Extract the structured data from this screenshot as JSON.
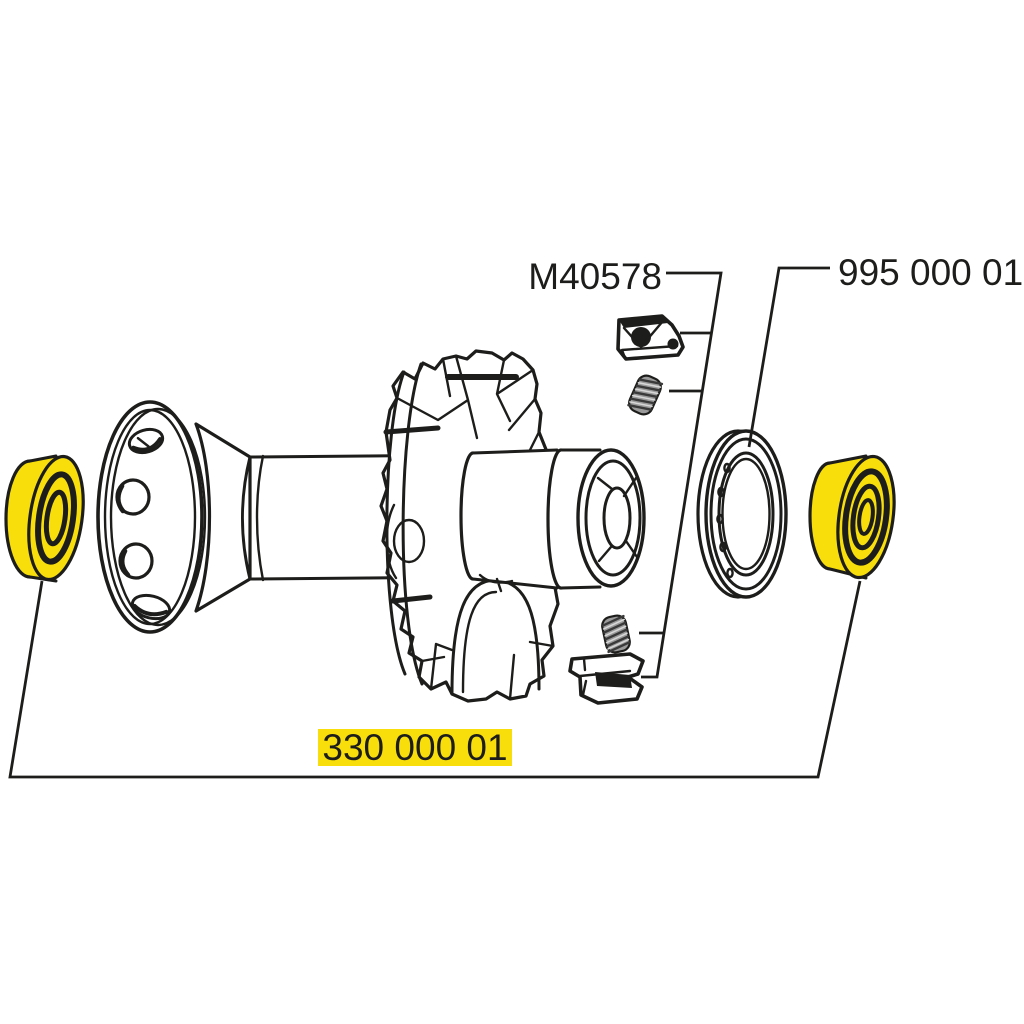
{
  "diagram": {
    "type": "exploded-parts-diagram",
    "subject": "bicycle hub assembly",
    "labels": {
      "pawl_kit": "M40578",
      "axle_seal": "995 000 01",
      "bearing_kit": "330 000 01"
    },
    "colors": {
      "highlight": "#F8DF0C",
      "line": "#1D1D1B",
      "background": "#FFFFFF",
      "spring": "#9B9B9B"
    },
    "parts": [
      {
        "name": "left-cartridge-bearing",
        "label": "330 000 01"
      },
      {
        "name": "hub-shell-flange"
      },
      {
        "name": "hub-axle-barrel"
      },
      {
        "name": "ratchet-carrier-body"
      },
      {
        "name": "freehub-driver"
      },
      {
        "name": "pawl-top",
        "label": "M40578"
      },
      {
        "name": "pawl-spring-top",
        "label": "M40578"
      },
      {
        "name": "pawl-spring-bottom",
        "label": "M40578"
      },
      {
        "name": "pawl-bottom",
        "label": "M40578"
      },
      {
        "name": "seal-ring",
        "label": "995 000 01"
      },
      {
        "name": "right-cartridge-bearing",
        "label": "330 000 01"
      }
    ]
  }
}
